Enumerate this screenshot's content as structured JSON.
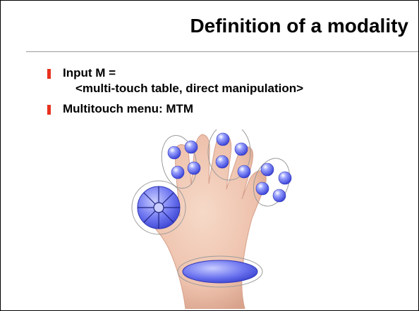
{
  "slide": {
    "title": "Definition of a modality",
    "bullets": [
      {
        "line1": "Input M =",
        "line2": "<multi-touch table, direct manipulation>"
      },
      {
        "line1": "Multitouch menu: MTM",
        "line2": ""
      }
    ]
  },
  "figure": {
    "subject": "hand with multi-touch menu",
    "colors": {
      "accent": "#e8321e",
      "touch_point": "#4f5cf0",
      "skin": "#f0c8b4"
    }
  }
}
